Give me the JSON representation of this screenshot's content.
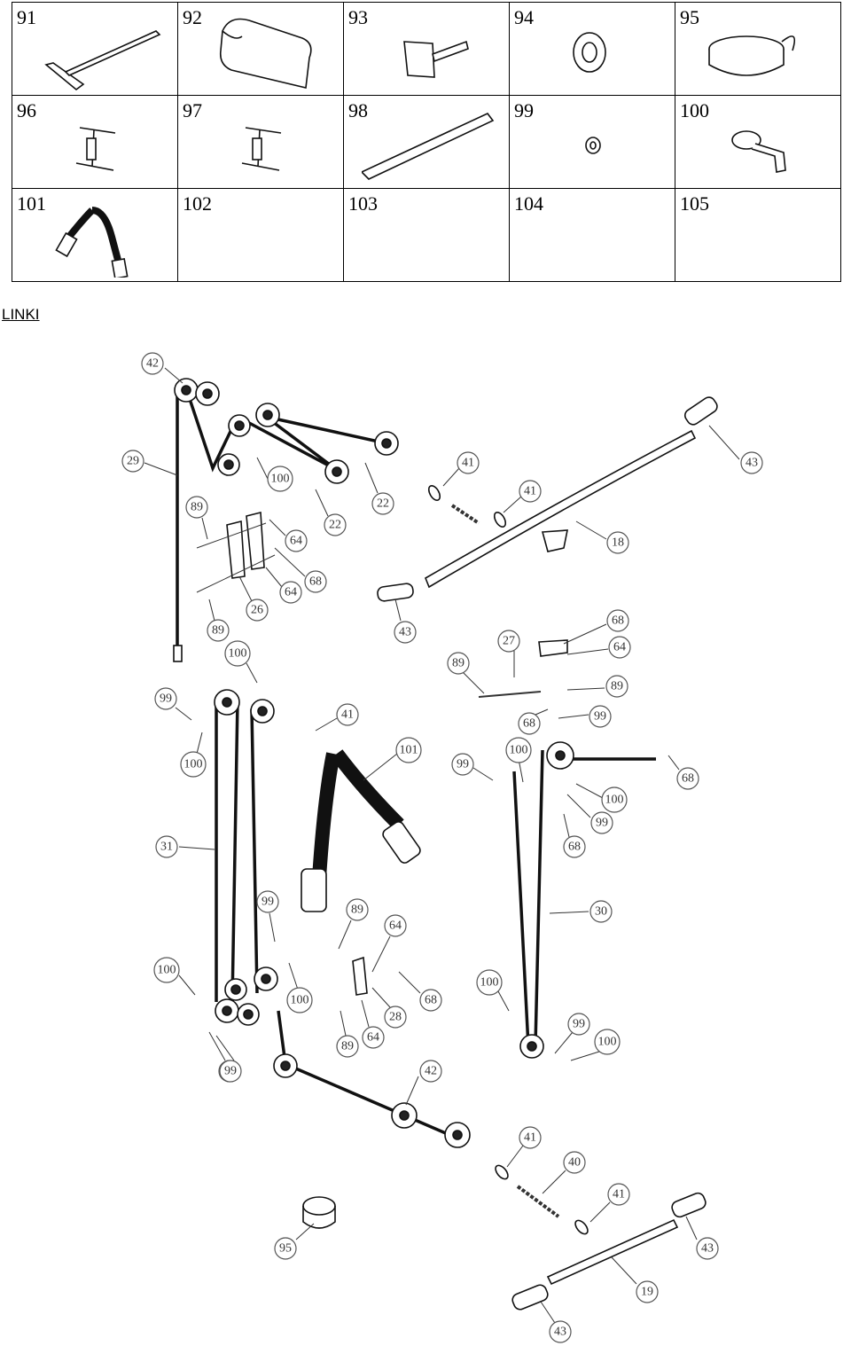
{
  "parts_table": [
    [
      {
        "num": "91",
        "icon": "plate-with-rod-icon"
      },
      {
        "num": "92",
        "icon": "seat-pad-icon"
      },
      {
        "num": "93",
        "icon": "bracket-plate-icon"
      },
      {
        "num": "94",
        "icon": "ring-connector-icon"
      },
      {
        "num": "95",
        "icon": "ankle-strap-icon"
      }
    ],
    [
      {
        "num": "96",
        "icon": "h-bracket-icon"
      },
      {
        "num": "97",
        "icon": "h-bracket-icon"
      },
      {
        "num": "98",
        "icon": "channel-bar-icon"
      },
      {
        "num": "99",
        "icon": "washer-icon"
      },
      {
        "num": "100",
        "icon": "pulley-bracket-icon"
      }
    ],
    [
      {
        "num": "101",
        "icon": "tricep-rope-icon"
      },
      {
        "num": "102",
        "icon": ""
      },
      {
        "num": "103",
        "icon": ""
      },
      {
        "num": "104",
        "icon": ""
      },
      {
        "num": "105",
        "icon": ""
      }
    ]
  ],
  "section_title": "LINKI",
  "callouts": [
    "42",
    "29",
    "100",
    "22",
    "22",
    "41",
    "41",
    "43",
    "89",
    "64",
    "68",
    "64",
    "26",
    "89",
    "18",
    "43",
    "100",
    "27",
    "68",
    "64",
    "89",
    "89",
    "99",
    "41",
    "68",
    "99",
    "100",
    "101",
    "100",
    "99",
    "68",
    "100",
    "99",
    "68",
    "31",
    "30",
    "99",
    "89",
    "64",
    "100",
    "68",
    "100",
    "100",
    "28",
    "99",
    "89",
    "64",
    "99",
    "100",
    "99",
    "42",
    "41",
    "40",
    "41",
    "95",
    "43",
    "19",
    "43"
  ]
}
